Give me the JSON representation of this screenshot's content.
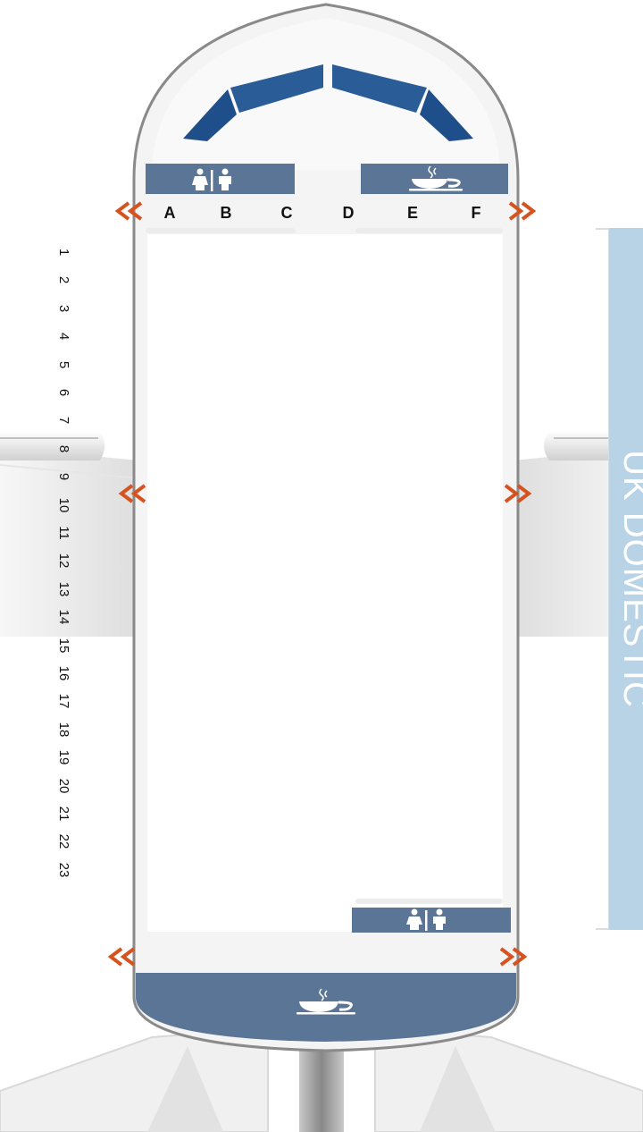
{
  "seat_columns": [
    "A",
    "B",
    "C",
    "D",
    "E",
    "F"
  ],
  "rows": [
    "1",
    "2",
    "3",
    "4",
    "5",
    "6",
    "7",
    "8",
    "9",
    "10",
    "11",
    "12",
    "13",
    "14",
    "15",
    "16",
    "17",
    "18",
    "19",
    "20",
    "21",
    "22",
    "23"
  ],
  "section_label": "UK DOMESTIC",
  "icons": {
    "front_left": "lavatory-icon",
    "front_right": "galley-coffee-icon",
    "rear_right": "lavatory-icon",
    "rear_center": "galley-coffee-icon",
    "exits": "exit-arrow-icon"
  },
  "colors": {
    "facility_blue": "#5b7597",
    "cockpit_window": "#1f4f8a",
    "exit_arrow": "#d6521f",
    "label_band": "#b9d3e6",
    "fuselage": "#f4f4f4"
  }
}
